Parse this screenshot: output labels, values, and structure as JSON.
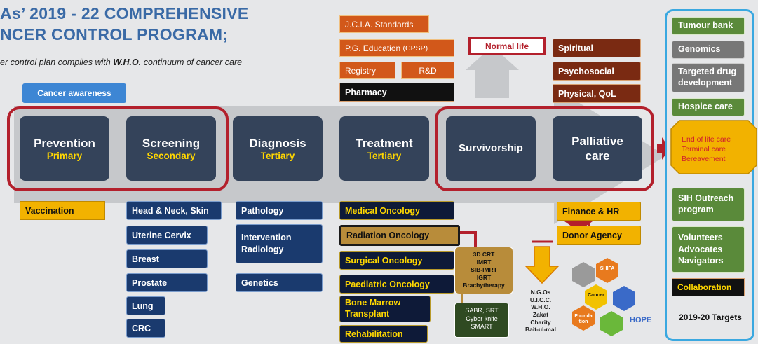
{
  "header": {
    "title_line1": "As’ 2019 - 22 COMPREHENSIVE",
    "title_line2": "NCER CONTROL PROGRAM;",
    "subtitle_pre": "er control plan complies with ",
    "subtitle_bold": "W.H.O.",
    "subtitle_post": " continuum of cancer care"
  },
  "cancer_awareness": "Cancer awareness",
  "stages": [
    {
      "name": "Prevention",
      "level": "Primary"
    },
    {
      "name": "Screening",
      "level": "Secondary"
    },
    {
      "name": "Diagnosis",
      "level": "Tertiary"
    },
    {
      "name": "Treatment",
      "level": "Tertiary"
    },
    {
      "name": "Survivorship",
      "level": ""
    },
    {
      "name": "Palliative care",
      "level": ""
    }
  ],
  "top_treatment": {
    "jcia": "J.C.I.A. Standards",
    "pg": "P.G. Education",
    "pg_sub": "(CPSP)",
    "registry": "Registry",
    "rd": "R&D",
    "pharmacy": "Pharmacy"
  },
  "normal_life": "Normal life",
  "palliative_top": [
    "Spiritual",
    "Psychosocial",
    "Physical, QoL"
  ],
  "vaccination": "Vaccination",
  "screening_items": [
    "Head & Neck, Skin",
    "Uterine Cervix",
    "Breast",
    "Prostate",
    "Lung",
    "CRC"
  ],
  "diagnosis_items": [
    "Pathology",
    "Intervention Radiology",
    "Genetics"
  ],
  "treatment_items": [
    "Medical Oncology",
    "Radiation Oncology",
    "Surgical Oncology",
    "Paediatric Oncology",
    "Bone Marrow Transplant",
    "Rehabilitation"
  ],
  "radiation_techniques": [
    "3D CRT",
    "IMRT",
    "SIB-IMRT",
    "IGRT",
    "Brachytherapy"
  ],
  "radiation_advanced": [
    "SABR, SRT",
    "Cyber knife",
    "SMART"
  ],
  "palliative_bottom": [
    "Finance & HR",
    "Donor Agency"
  ],
  "donors": [
    "N.G.Os",
    "U.I.C.C.",
    "W.H.O.",
    "Zakat",
    "Charity",
    "Bait-ul-mal"
  ],
  "hexagons": {
    "shifa": "SHIFA",
    "cancer": "Cancer",
    "foundation": "Founda tion",
    "hope": "HOPE"
  },
  "targets": {
    "items": [
      "Tumour bank",
      "Genomics",
      "Targeted drug development",
      "Hospice care"
    ],
    "end_of_life": [
      "End of life care",
      "Terminal care",
      "Bereavement"
    ],
    "items2": [
      "SIH Outreach program",
      "Volunteers Advocates Navigators"
    ],
    "collaboration": "Collaboration",
    "footer": "2019-20 Targets"
  },
  "colors": {
    "navy": "#1a3a6e",
    "gold": "#f2b200",
    "red": "#b3202c",
    "green": "#5a8a3a",
    "brown": "#7a2a12"
  }
}
